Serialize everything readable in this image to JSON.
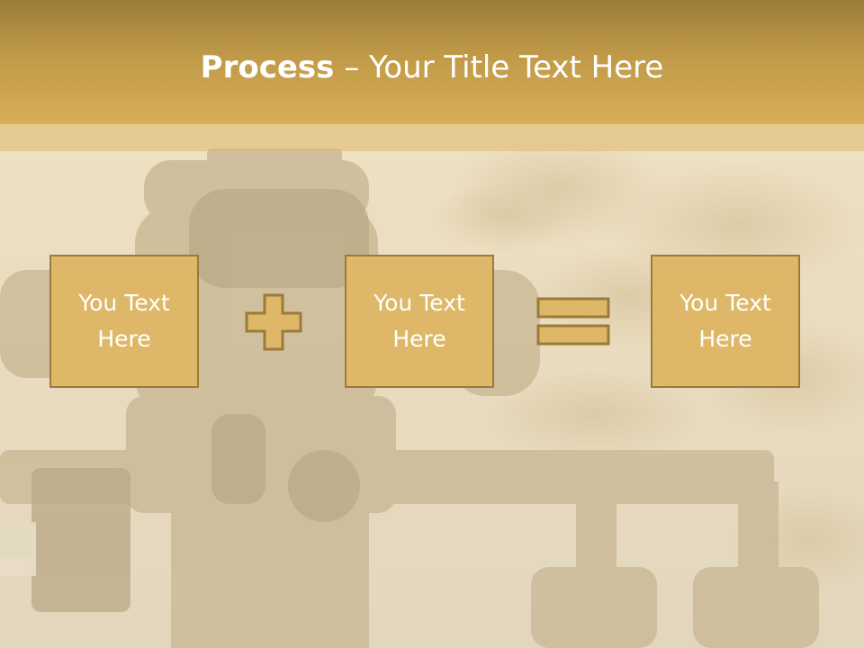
{
  "slide": {
    "title_bold": "Process",
    "title_dash": " – ",
    "title_rest": "Your Title Text Here"
  },
  "process": {
    "boxes": [
      {
        "text": "You Text Here"
      },
      {
        "text": "You Text Here"
      },
      {
        "text": "You Text Here"
      }
    ],
    "operators": [
      "plus-icon",
      "equals-icon"
    ]
  },
  "colors": {
    "title_bar": "#c09a48",
    "box_fill": "#deb868",
    "box_border": "#9b7a3a",
    "text": "#ffffff"
  }
}
